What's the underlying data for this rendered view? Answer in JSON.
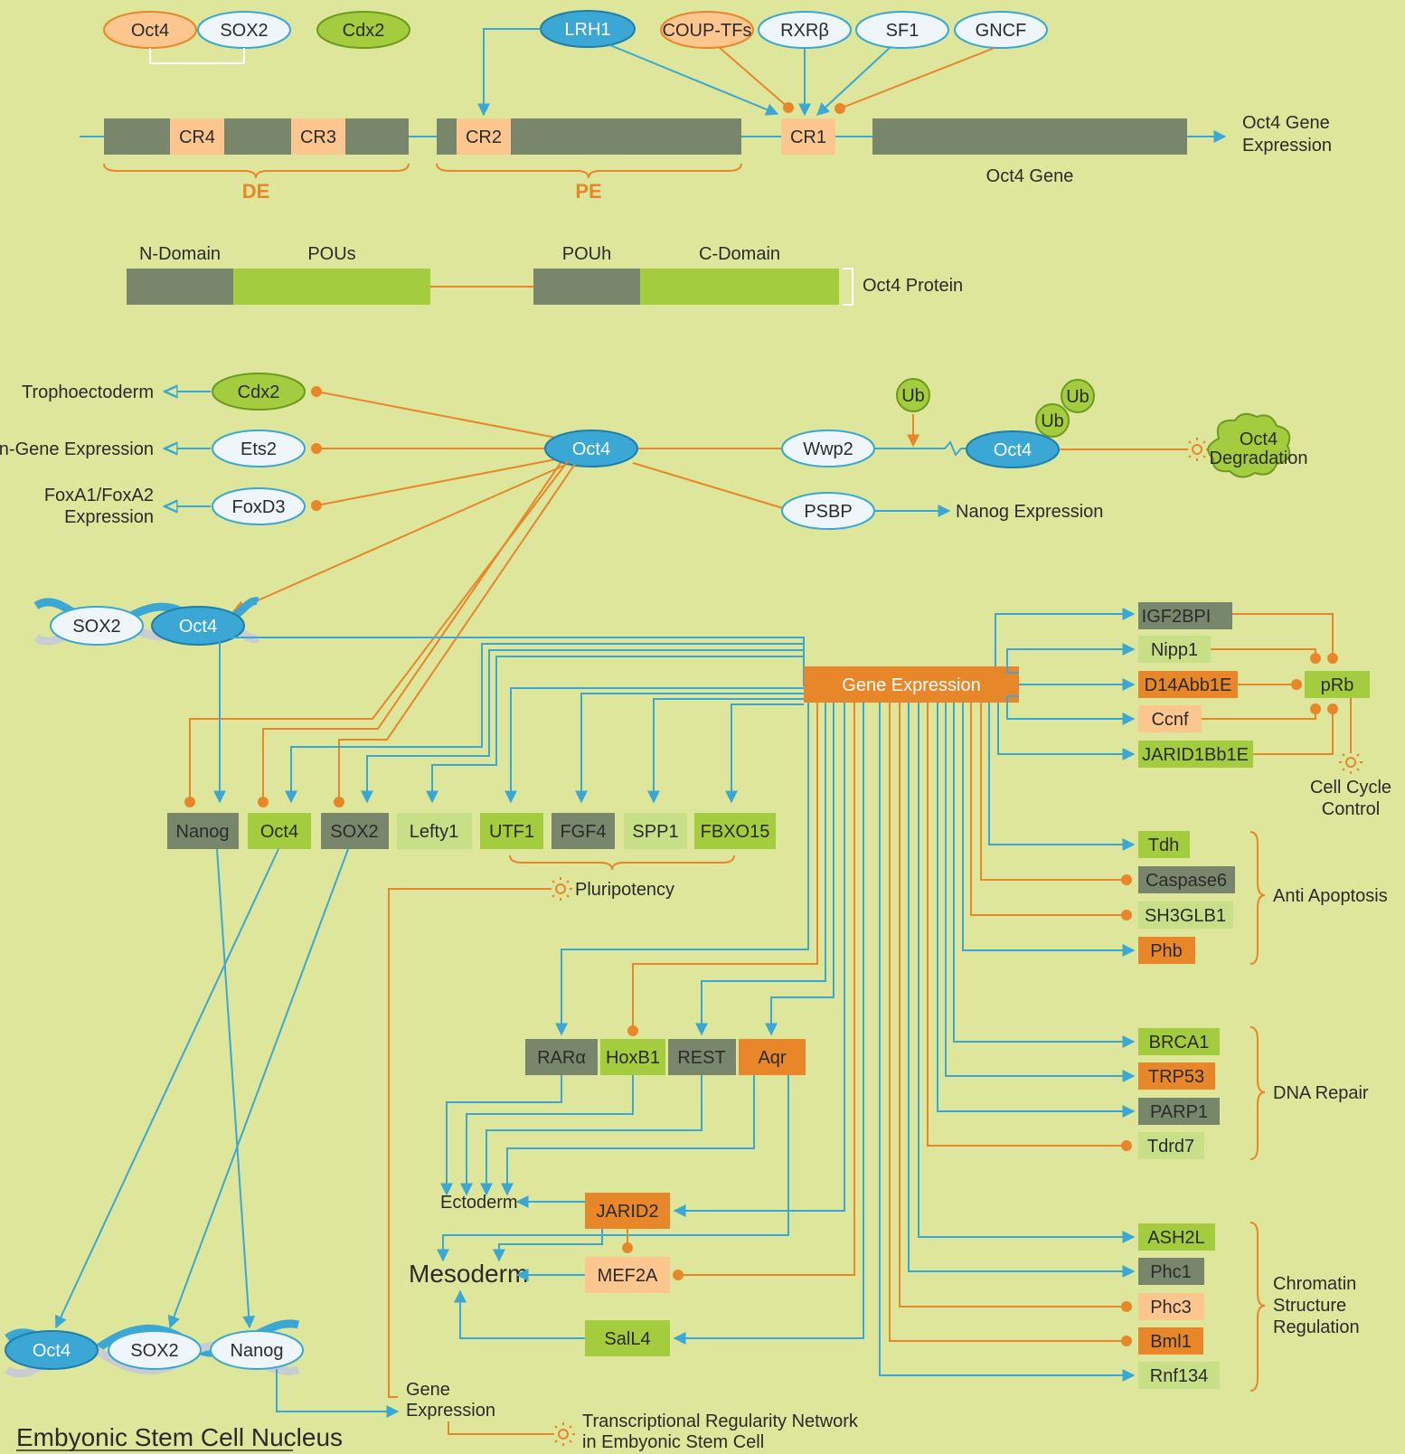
{
  "gene": {
    "binders_left": [
      "Oct4",
      "SOX2",
      "Cdx2"
    ],
    "lrh1": "LRH1",
    "binders_right": [
      "COUP-TFs",
      "RXRβ",
      "SF1",
      "GNCF"
    ],
    "regions": [
      "CR4",
      "CR3",
      "CR2",
      "CR1"
    ],
    "de": "DE",
    "pe": "PE",
    "gene_label": "Oct4 Gene",
    "expression_1": "Oct4 Gene",
    "expression_2": "Expression"
  },
  "protein": {
    "domains": [
      "N-Domain",
      "POUs",
      "POUh",
      "C-Domain"
    ],
    "label": "Oct4 Protein"
  },
  "oct4_targets": {
    "center": "Oct4",
    "left_nodes": [
      "Cdx2",
      "Ets2",
      "FoxD3"
    ],
    "outcomes": [
      "Trophoectoderm",
      "Ifn-Gene Expression",
      "FoxA1/FoxA2",
      "Expression"
    ],
    "wwp2": "Wwp2",
    "psbp": "PSBP",
    "nanog_expression": "Nanog Expression",
    "ub": "Ub",
    "oct4_ub": "Oct4",
    "degradation_1": "Oct4",
    "degradation_2": "Degradation",
    "dna_complex": [
      "SOX2",
      "Oct4"
    ]
  },
  "network": {
    "gene_expression": "Gene Expression",
    "pluripotency_boxes": [
      "Nanog",
      "Oct4",
      "SOX2",
      "Lefty1",
      "UTF1",
      "FGF4",
      "SPP1",
      "FBXO15"
    ],
    "pluripotency": "Pluripotency",
    "cell_cycle_genes": [
      "IGF2BPI",
      "Nipp1",
      "D14Abb1E",
      "Ccnf",
      "JARID1Bb1E"
    ],
    "prb": "pRb",
    "cell_cycle_1": "Cell Cycle",
    "cell_cycle_2": "Control",
    "apoptosis_genes": [
      "Tdh",
      "Caspase6",
      "SH3GLB1",
      "Phb"
    ],
    "anti_apoptosis": "Anti Apoptosis",
    "dna_repair_genes": [
      "BRCA1",
      "TRP53",
      "PARP1",
      "Tdrd7"
    ],
    "dna_repair": "DNA Repair",
    "chromatin_genes": [
      "ASH2L",
      "Phc1",
      "Phc3",
      "Bml1",
      "Rnf134"
    ],
    "chromatin_1": "Chromatin",
    "chromatin_2": "Structure",
    "chromatin_3": "Regulation",
    "diff_row": [
      "RARα",
      "HoxB1",
      "REST",
      "Aqr"
    ],
    "ectoderm": "Ectoderm",
    "mesoderm": "Mesoderm",
    "jarid2": "JARID2",
    "mef2a": "MEF2A",
    "sall4": "SalL4",
    "bottom_complex": [
      "Oct4",
      "SOX2",
      "Nanog"
    ],
    "gene_expr_1": "Gene",
    "gene_expr_2": "Expression",
    "trn_1": "Transcriptional Regularity Network",
    "trn_2": "in Embyonic Stem Cell",
    "nucleus": "Embyonic Stem Cell Nucleus"
  },
  "colors": {
    "background": "#dde69a",
    "blue": "#3aa7d5",
    "orange": "#e8862a",
    "peach": "#fdc68f",
    "green": "#a3cc3e",
    "gray": "#78876c",
    "light_green": "#c7df86"
  }
}
